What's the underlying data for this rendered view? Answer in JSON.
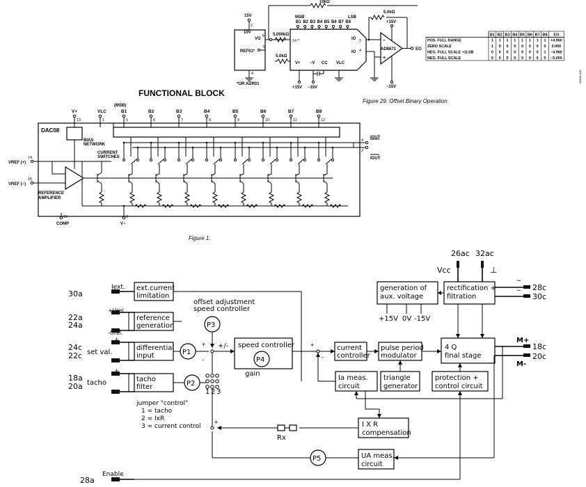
{
  "fig29": {
    "caption": "Figure 29. Offset Binary Operation",
    "r_top": "10kΩ",
    "r_right": "5.0kΩ",
    "r_mid": "5.000kΩ",
    "r_low": "5.0kΩ",
    "v15_left": "15V",
    "ref_out": "10V",
    "vo_label": "VO",
    "ref_name": "REF01*",
    "or_note": "*OR ADR01",
    "pin2": "2",
    "pin6": "6",
    "pin5": "5",
    "pin4": "4",
    "pin14": "14",
    "pin2b": "2",
    "pin4b": "4",
    "msb": "MSB",
    "lsb": "LSB",
    "bits": [
      "B1",
      "B2",
      "B3",
      "B4",
      "B5",
      "B6",
      "B7",
      "B8"
    ],
    "io_top": "IO",
    "io_bot": "IO",
    "vplus": "V+",
    "vminus": "−V",
    "cc": "CC",
    "vlc": "VLC",
    "supply_p": "+15V",
    "supply_n": "−15V",
    "amp": "AD8671",
    "eo": "EO",
    "amp_p": "+15V",
    "amp_n": "−15V",
    "side_code": "00808-028"
  },
  "truth_table": {
    "headers": [
      "",
      "B1",
      "B2",
      "B3",
      "B4",
      "B5",
      "B6",
      "B7",
      "B8",
      "EO"
    ],
    "rows": [
      {
        "label": "POS. FULL RANGE",
        "bits": [
          "1",
          "1",
          "1",
          "1",
          "1",
          "1",
          "1",
          "1"
        ],
        "eo": "+4.960"
      },
      {
        "label": "ZERO SCALE",
        "bits": [
          "1",
          "0",
          "0",
          "0",
          "0",
          "0",
          "0",
          "0"
        ],
        "eo": "0.000"
      },
      {
        "label": "NEG. FULL SCALE +1LSB",
        "bits": [
          "0",
          "0",
          "0",
          "0",
          "0",
          "0",
          "0",
          "1"
        ],
        "eo": "−4.960"
      },
      {
        "label": "NEG. FULL SCALE",
        "bits": [
          "0",
          "0",
          "0",
          "0",
          "0",
          "0",
          "0",
          "0"
        ],
        "eo": "−5.000"
      }
    ]
  },
  "fig1": {
    "heading": "FUNCTIONAL BLOCK",
    "caption": "Figure 1.",
    "chip": "DAC08",
    "msb": "(MSB)",
    "top_pins": [
      {
        "name": "V+",
        "num": "13"
      },
      {
        "name": "VLC",
        "num": "1"
      },
      {
        "name": "B1",
        "num": "5"
      },
      {
        "name": "B2",
        "num": "6"
      },
      {
        "name": "B3",
        "num": "7"
      },
      {
        "name": "B4",
        "num": "8"
      },
      {
        "name": "B5",
        "num": "9"
      },
      {
        "name": "B6",
        "num": "10"
      },
      {
        "name": "B7",
        "num": "11"
      },
      {
        "name": "B8",
        "num": "12"
      }
    ],
    "bias": "BIAS NETWORK",
    "switches": "CURRENT SWITCHES",
    "vref_p": "VREF (+)",
    "vref_p_num": "14",
    "vref_n": "VREF (−)",
    "vref_n_num": "15",
    "ref_amp": "REFERENCE AMPLIFIER",
    "iout": "IOUT",
    "iout_num": "4",
    "iout_b": "IOUT",
    "iout_b_num": "2",
    "comp": "COMP",
    "comp_num": "16",
    "vminus": "V−",
    "vminus_num": "3"
  },
  "fig3": {
    "supply_pins": [
      "26ac",
      "32ac"
    ],
    "vcc": "Vcc",
    "gnd_symbol": "⊥",
    "blocks": {
      "aux": "generation of aux. voltage",
      "rect": "rectification + filtration",
      "ext": "ext.current limitation",
      "refgen": "reference generation",
      "diff": "differential input",
      "tacho": "tacho filter",
      "speed": "speed controller",
      "current": "current controller",
      "pwm": "pulse period modulator",
      "final": "4 Q final stage",
      "iameas": "Ia meas. circuit",
      "tri": "triangle generator",
      "prot": "protection + control circuit",
      "ixr": "I X R compensation",
      "uameas": "UA meas. circuit"
    },
    "aux_outputs": [
      "+15V",
      "0V",
      "-15V"
    ],
    "pots": [
      "P1",
      "P2",
      "P3",
      "P4",
      "P5"
    ],
    "offset_label": "offset adjustment speed controller",
    "gain": "gain",
    "rx": "Rx",
    "pm": "+/-",
    "jumper_title": "jumper \"control\"",
    "jumper_items": [
      "1 = tacho",
      "2 = IxR",
      "3 = current control"
    ],
    "jumper_nums": [
      "1",
      "2",
      "3"
    ],
    "left_pins": [
      "30a",
      "22a",
      "24a",
      "24c",
      "22c",
      "18a",
      "20a",
      "28a"
    ],
    "left_labels": {
      "iext": "Iext.",
      "urel_p": "+Urel.",
      "urel_n": "-Urel.",
      "setval": "set val.",
      "tacho": "tacho",
      "plus": "+",
      "minus": "-",
      "enable": "Enable"
    },
    "right_pins": [
      "28c",
      "30c",
      "18c",
      "20c"
    ],
    "m_plus": "M+",
    "m_minus": "M-",
    "tilde": "~"
  }
}
